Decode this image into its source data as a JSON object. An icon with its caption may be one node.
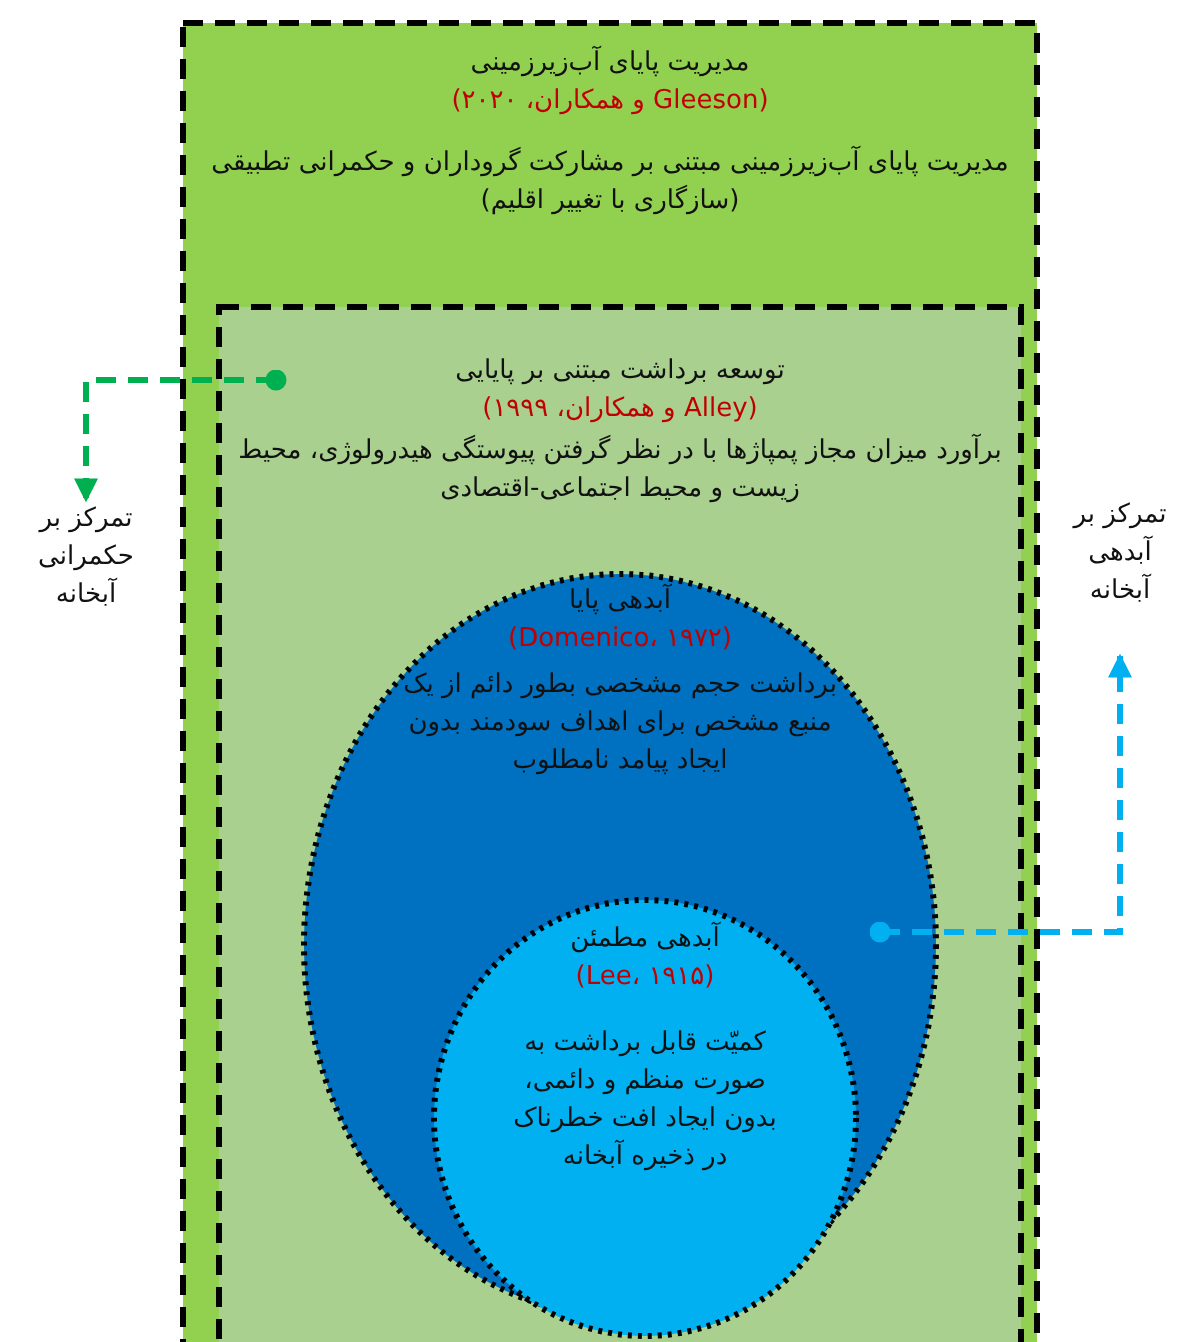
{
  "diagram": {
    "nodes": [
      {
        "text": [
          "مدیریت پایای آب‌زیرزمینی",
          "(Gleeson و همکاران، ۲۰۲۰)",
          "مدیریت پایای آب‌زیرزمینی مبتنی بر مشارکت گروداران و حکمرانی تطبیقی (سازگاری با تغییر اقلیم)"
        ]
      },
      {
        "text": [
          "توسعه برداشت مبتنی بر پایایی",
          "(Alley و همکاران، ۱۹۹۹)",
          "برآورد میزان مجاز پمپاژها با در نظر گرفتن پیوستگی هیدرولوژی، محیط زیست و محیط اجتماعی-اقتصادی"
        ],
        "in": 0
      },
      {
        "text": [
          "آبدهی پایا",
          "(Domenico، ۱۹۷۲)",
          "برداشت حجم مشخصی بطور دائم از یک منبع مشخص برای اهداف سودمند بدون ایجاد پیامد نامطلوب"
        ],
        "in": 1
      },
      {
        "text": [
          "آبدهی مطمئن",
          "(Lee، ۱۹۱۵)",
          "کمیّت قابل برداشت به صورت منظم و دائمی، بدون ایجاد افت خطرناک در ذخیره آبخانه"
        ],
        "in": 2
      },
      {
        "text": [
          "تمرکز بر حکمرانی آبخانه"
        ]
      },
      {
        "text": [
          "تمرکز بر آبدهی آبخانه"
        ]
      }
    ],
    "edges": [
      {
        "from": 1,
        "to": 4,
        "arrow": "to",
        "style": "dashed",
        "color": "#00b050"
      },
      {
        "from": 2,
        "to": 5,
        "arrow": "to",
        "style": "dashed",
        "color": "#00b0f0"
      }
    ]
  }
}
